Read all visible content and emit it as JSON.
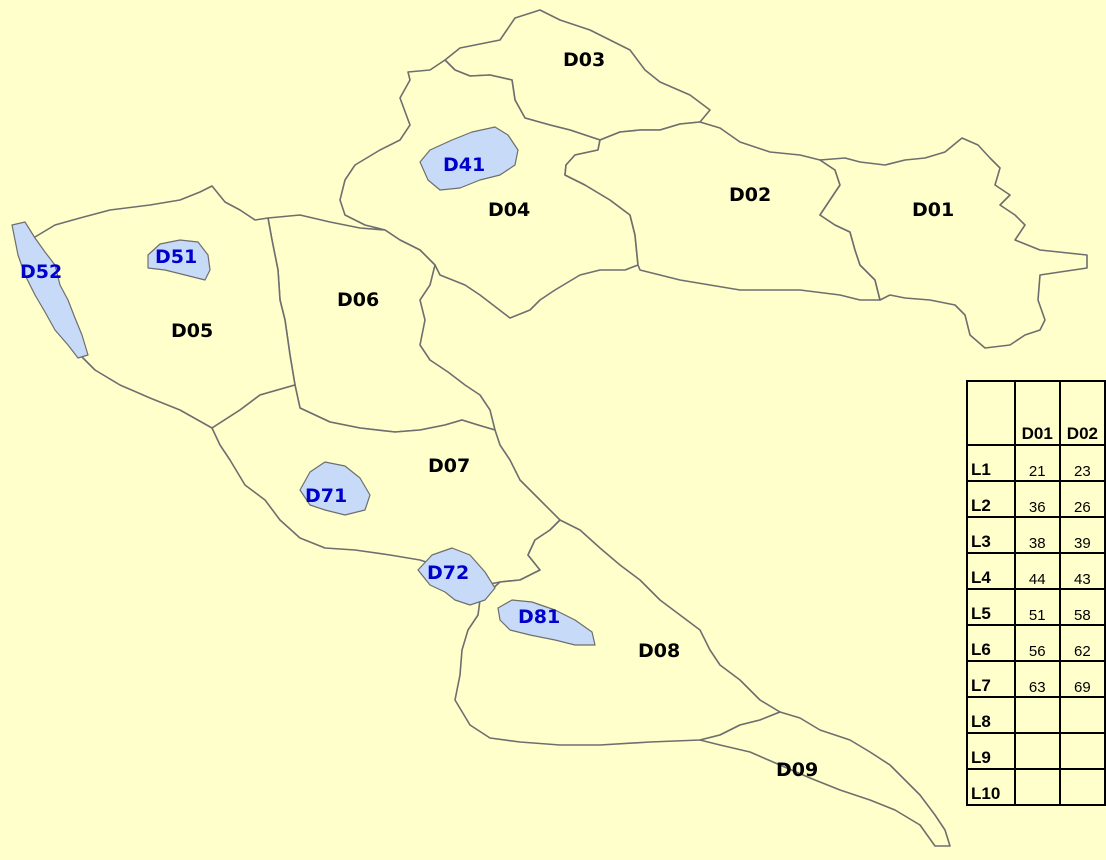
{
  "map": {
    "regions": [
      {
        "id": "D01",
        "label": "D01"
      },
      {
        "id": "D02",
        "label": "D02"
      },
      {
        "id": "D03",
        "label": "D03"
      },
      {
        "id": "D04",
        "label": "D04"
      },
      {
        "id": "D05",
        "label": "D05"
      },
      {
        "id": "D06",
        "label": "D06"
      },
      {
        "id": "D07",
        "label": "D07"
      },
      {
        "id": "D08",
        "label": "D08"
      },
      {
        "id": "D09",
        "label": "D09"
      }
    ],
    "zones": [
      {
        "id": "D41",
        "label": "D41"
      },
      {
        "id": "D51",
        "label": "D51"
      },
      {
        "id": "D52",
        "label": "D52"
      },
      {
        "id": "D71",
        "label": "D71"
      },
      {
        "id": "D72",
        "label": "D72"
      },
      {
        "id": "D81",
        "label": "D81"
      }
    ],
    "colors": {
      "background": "#ffffcc",
      "region_fill": "#ffffcc",
      "border": "#6e6e6e",
      "zone_fill": "#c7daf7",
      "region_label": "#000000",
      "zone_label": "#0000cc"
    }
  },
  "table": {
    "columns": [
      "D01",
      "D02"
    ],
    "rows": [
      {
        "label": "L1",
        "values": [
          "21",
          "23"
        ]
      },
      {
        "label": "L2",
        "values": [
          "36",
          "26"
        ]
      },
      {
        "label": "L3",
        "values": [
          "38",
          "39"
        ]
      },
      {
        "label": "L4",
        "values": [
          "44",
          "43"
        ]
      },
      {
        "label": "L5",
        "values": [
          "51",
          "58"
        ]
      },
      {
        "label": "L6",
        "values": [
          "56",
          "62"
        ]
      },
      {
        "label": "L7",
        "values": [
          "63",
          "69"
        ]
      },
      {
        "label": "L8",
        "values": [
          "",
          ""
        ]
      },
      {
        "label": "L9",
        "values": [
          "",
          ""
        ]
      },
      {
        "label": "L10",
        "values": [
          "",
          ""
        ]
      }
    ]
  }
}
